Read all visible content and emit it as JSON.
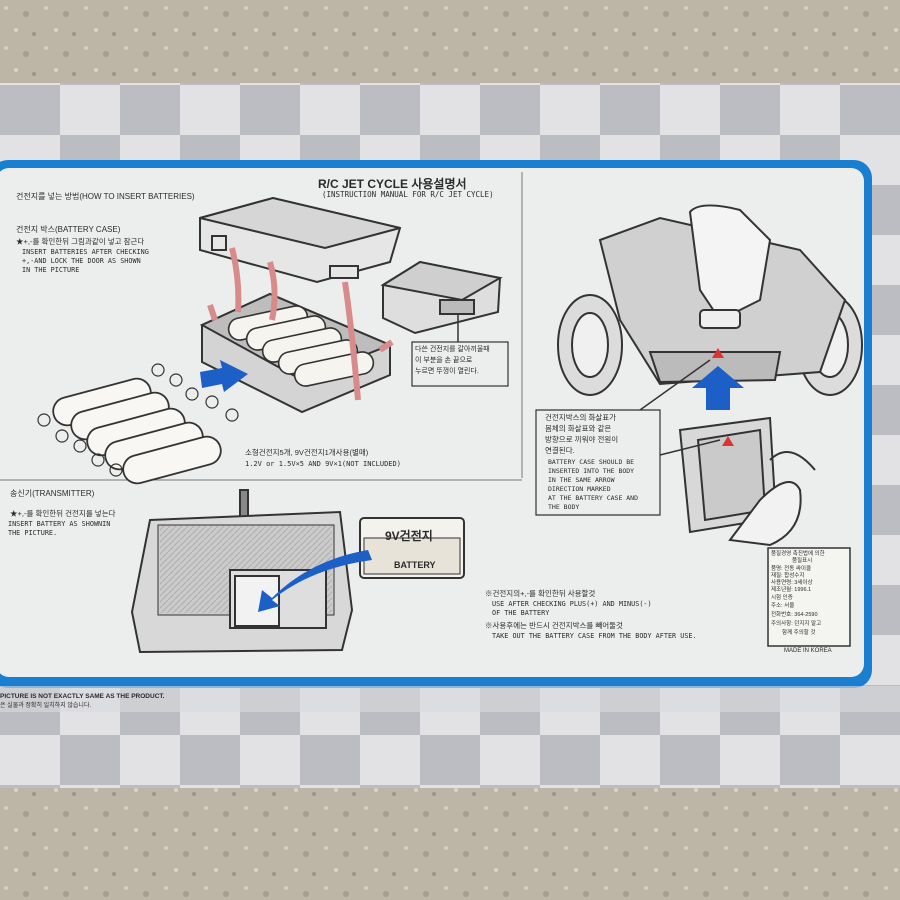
{
  "header": {
    "title": "R/C JET CYCLE 사용설명서",
    "subtitle": "(INSTRUCTION MANUAL FOR R/C JET CYCLE)"
  },
  "battery_section": {
    "heading": "건전지를 넣는 방법(HOW TO INSERT BATTERIES)",
    "case_label": "건전지 박스(BATTERY CASE)",
    "instruction_kr": "★+,-를 확인한뒤 그림과같이 넣고 잠근다",
    "instruction_en_1": "INSERT BATTERIES AFTER CHECKING",
    "instruction_en_2": "+,-AND LOCK THE DOOR AS SHOWN",
    "instruction_en_3": "IN THE PICTURE",
    "case_note_1": "다쓴 건전지를 갈아끼울때",
    "case_note_2": "이 부분을 손 끝으로",
    "case_note_3": "누르면 뚜껑이 열린다.",
    "battery_spec_kr": "소형건전지5개, 9V건전지1개사용(별매)",
    "battery_spec_en": "1.2V or 1.5V×5 AND 9V×1(NOT INCLUDED)"
  },
  "body_section": {
    "note_kr_1": "건전지박스의 화살표가",
    "note_kr_2": "몸체의 화살표와 같은",
    "note_kr_3": "방향으로 끼워야 전원이",
    "note_kr_4": "연결된다.",
    "note_en_1": "BATTERY CASE SHOULD BE",
    "note_en_2": "INSERTED INTO THE BODY",
    "note_en_3": "IN THE SAME ARROW",
    "note_en_4": "DIRECTION MARKED",
    "note_en_5": "AT THE BATTERY CASE AND",
    "note_en_6": "THE BODY"
  },
  "transmitter_section": {
    "heading": "송신기(TRANSMITTER)",
    "instruction_kr": "★+,-를 확인한뒤 건전지를 넣는다",
    "instruction_en_1": "INSERT BATTERY AS SHOWNIN",
    "instruction_en_2": "THE PICTURE.",
    "battery_9v_label": "9V건전지",
    "battery_word": "BATTERY"
  },
  "notes": {
    "check_kr": "※건전지의+,-를 확인한뒤 사용할것",
    "check_en_1": "USE AFTER CHECKING PLUS(+) AND MINUS(-)",
    "check_en_2": "OF THE BATTERY",
    "remove_kr": "※사용후에는 반드시 건전지박스를 빼어둘것",
    "remove_en": "TAKE OUT THE BATTERY CASE FROM THE BODY AFTER USE."
  },
  "label_box": {
    "line1": "품질경영 촉진법에 의한",
    "line2": "품질표시",
    "line3": "품명: 전동 싸이클",
    "line4": "재질: 합성수지",
    "line5": "사용연령: 3세이상",
    "line6": "제조년월: 1996.1",
    "line7": "시험 인증",
    "line8": "주소: 서울",
    "line9": "전화번호: 364-2590",
    "line10": "주의사항: 던지지 말고",
    "line11": "함께 주의할 것",
    "made_in": "MADE IN KOREA"
  },
  "footer": {
    "disclaimer_en": "PICTURE IS NOT EXACTLY SAME AS THE PRODUCT.",
    "disclaimer_kr": "은 실물과 정확히 일치하지 않습니다."
  },
  "colors": {
    "panel": "#eef0f0",
    "border": "#1a7fd1",
    "arrow_blue": "#1b5fc7",
    "arrow_pink": "#d98b8b",
    "battery": "#f6f4ef",
    "ink": "#333333",
    "checker_light": "#e4e4e6",
    "checker_dark": "#b8b9be"
  },
  "icons": {
    "up_arrow": "blue-up-arrow-icon",
    "right_arrow": "blue-right-arrow-icon",
    "curved_arrow": "blue-curved-arrow-icon"
  }
}
